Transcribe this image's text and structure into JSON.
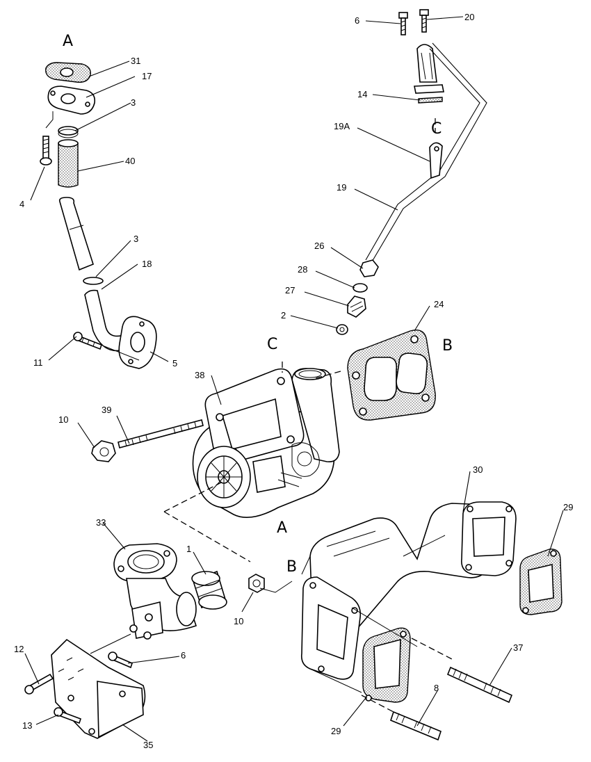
{
  "callouts": {
    "c31": "31",
    "c17": "17",
    "c3a": "3",
    "c40": "40",
    "c4": "4",
    "c3b": "3",
    "c18": "18",
    "c11": "11",
    "c5": "5",
    "c6a": "6",
    "c20": "20",
    "c14": "14",
    "c19a": "19A",
    "c19": "19",
    "c26": "26",
    "c28": "28",
    "c27": "27",
    "c2": "2",
    "c24": "24",
    "c38": "38",
    "c39": "39",
    "c10a": "10",
    "c30": "30",
    "c29a": "29",
    "c33": "33",
    "c1": "1",
    "c10b": "10",
    "c12": "12",
    "c6b": "6",
    "c37": "37",
    "c13": "13",
    "c35": "35",
    "c8": "8",
    "c29b": "29"
  },
  "refs": {
    "a_top": "A",
    "a_bottom": "A",
    "b_right": "B",
    "b_bottom": "B",
    "c_top": "C",
    "c_mid": "C"
  }
}
